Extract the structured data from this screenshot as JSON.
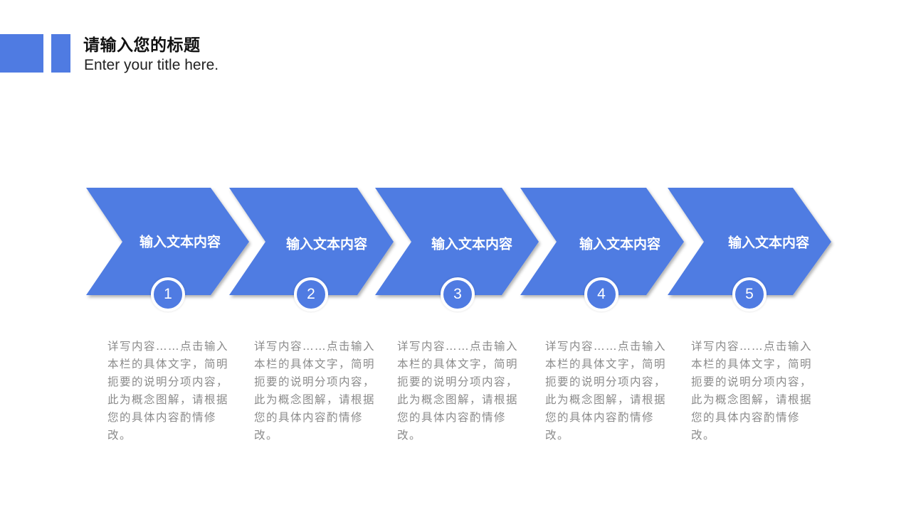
{
  "header": {
    "title_cn": "请输入您的标题",
    "title_en": "Enter your title here."
  },
  "colors": {
    "accent": "#4f7be2",
    "description_text": "#8a8a8a",
    "title_text": "#111111"
  },
  "steps": [
    {
      "number": "1",
      "label": "输入文本内容",
      "description": "详写内容……点击输入本栏的具体文字，简明扼要的说明分项内容，此为概念图解，请根据您的具体内容酌情修改。"
    },
    {
      "number": "2",
      "label": "输入文本内容",
      "description": "详写内容……点击输入本栏的具体文字，简明扼要的说明分项内容，此为概念图解，请根据您的具体内容酌情修改。"
    },
    {
      "number": "3",
      "label": "输入文本内容",
      "description": "详写内容……点击输入本栏的具体文字，简明扼要的说明分项内容，此为概念图解，请根据您的具体内容酌情修改。"
    },
    {
      "number": "4",
      "label": "输入文本内容",
      "description": "详写内容……点击输入本栏的具体文字，简明扼要的说明分项内容，此为概念图解，请根据您的具体内容酌情修改。"
    },
    {
      "number": "5",
      "label": "输入文本内容",
      "description": "详写内容……点击输入本栏的具体文字，简明扼要的说明分项内容，此为概念图解，请根据您的具体内容酌情修改。"
    }
  ]
}
